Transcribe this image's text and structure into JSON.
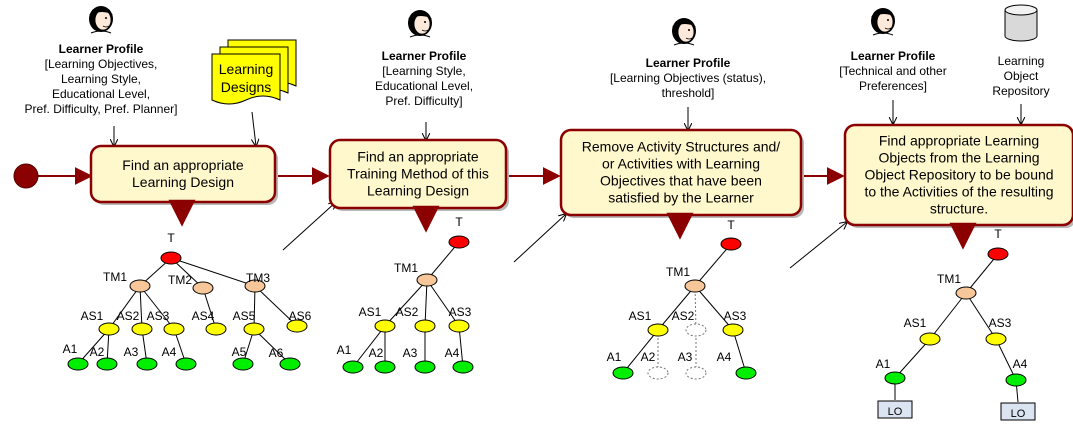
{
  "colors": {
    "step_fill": "#fff8cc",
    "step_stroke": "#8b0000",
    "arrow": "#8b0000",
    "start": "#8b0000",
    "root": "#ff0000",
    "training_method": "#f7c79a",
    "activity_structure": "#ffff00",
    "activity": "#00ee00",
    "removed": "#ffffff",
    "designs_fill": "#ffff00"
  },
  "icons": {
    "learner": "person-head-icon",
    "repository": "database-cylinder-icon",
    "start": "start-node-icon"
  },
  "profiles": [
    {
      "title": "Learner Profile",
      "lines": [
        "[Learning Objectives,",
        "Learning Style,",
        "Educational Level,",
        "Pref. Difficulty, Pref. Planner]"
      ]
    },
    {
      "title": "Learner Profile",
      "lines": [
        "[Learning Style,",
        "Educational Level,",
        "Pref. Difficulty]"
      ]
    },
    {
      "title": "Learner Profile",
      "lines": [
        "[Learning Objectives (status),",
        "threshold]"
      ]
    },
    {
      "title": "Learner Profile",
      "lines": [
        "[Technical and other",
        "Preferences]"
      ]
    }
  ],
  "repository": {
    "lines": [
      "Learning",
      "Object",
      "Repository"
    ]
  },
  "learning_designs": {
    "lines": [
      "Learning",
      "Designs"
    ]
  },
  "steps": [
    {
      "lines": [
        "Find an appropriate",
        "Learning Design"
      ]
    },
    {
      "lines": [
        "Find an appropriate",
        "Training Method of this",
        "Learning Design"
      ]
    },
    {
      "lines": [
        "Remove Activity Structures and/",
        "or Activities with Learning",
        "Objectives that have been",
        "satisfied by the Learner"
      ]
    },
    {
      "lines": [
        "Find appropriate Learning",
        "Objects from the Learning",
        "Object Repository to be bound",
        "to the Activities of the resulting",
        "structure."
      ]
    }
  ],
  "trees": [
    {
      "nodes": [
        {
          "id": "T",
          "kind": "root",
          "label": "T"
        },
        {
          "id": "TM1",
          "kind": "tm",
          "label": "TM1"
        },
        {
          "id": "TM2",
          "kind": "tm",
          "label": "TM2"
        },
        {
          "id": "TM3",
          "kind": "tm",
          "label": "TM3"
        },
        {
          "id": "AS1",
          "kind": "as",
          "label": "AS1"
        },
        {
          "id": "AS2",
          "kind": "as",
          "label": "AS2"
        },
        {
          "id": "AS3",
          "kind": "as",
          "label": "AS3"
        },
        {
          "id": "AS4",
          "kind": "as",
          "label": "AS4"
        },
        {
          "id": "AS5",
          "kind": "as",
          "label": "AS5"
        },
        {
          "id": "AS6",
          "kind": "as",
          "label": "AS6"
        },
        {
          "id": "A1",
          "kind": "a",
          "label": "A1"
        },
        {
          "id": "A2",
          "kind": "a",
          "label": "A2"
        },
        {
          "id": "A3",
          "kind": "a",
          "label": "A3"
        },
        {
          "id": "A4",
          "kind": "a",
          "label": "A4"
        },
        {
          "id": "A5",
          "kind": "a",
          "label": "A5"
        },
        {
          "id": "A6",
          "kind": "a",
          "label": "A6"
        }
      ],
      "edges": [
        [
          "T",
          "TM1"
        ],
        [
          "T",
          "TM2"
        ],
        [
          "T",
          "TM3"
        ],
        [
          "TM1",
          "AS1"
        ],
        [
          "TM1",
          "AS2"
        ],
        [
          "TM1",
          "AS3"
        ],
        [
          "TM2",
          "AS4"
        ],
        [
          "TM3",
          "AS5"
        ],
        [
          "TM3",
          "AS6"
        ],
        [
          "AS1",
          "A1"
        ],
        [
          "AS1",
          "A2"
        ],
        [
          "AS2",
          "A3"
        ],
        [
          "AS3",
          "A4"
        ],
        [
          "AS5",
          "A5"
        ],
        [
          "AS5",
          "A6"
        ]
      ]
    },
    {
      "nodes": [
        {
          "id": "T",
          "kind": "root",
          "label": "T"
        },
        {
          "id": "TM1",
          "kind": "tm",
          "label": "TM1"
        },
        {
          "id": "AS1",
          "kind": "as",
          "label": "AS1"
        },
        {
          "id": "AS2",
          "kind": "as",
          "label": "AS2"
        },
        {
          "id": "AS3",
          "kind": "as",
          "label": "AS3"
        },
        {
          "id": "A1",
          "kind": "a",
          "label": "A1"
        },
        {
          "id": "A2",
          "kind": "a",
          "label": "A2"
        },
        {
          "id": "A3",
          "kind": "a",
          "label": "A3"
        },
        {
          "id": "A4",
          "kind": "a",
          "label": "A4"
        }
      ],
      "edges": [
        [
          "T",
          "TM1"
        ],
        [
          "TM1",
          "AS1"
        ],
        [
          "TM1",
          "AS2"
        ],
        [
          "TM1",
          "AS3"
        ],
        [
          "AS1",
          "A1"
        ],
        [
          "AS1",
          "A2"
        ],
        [
          "AS2",
          "A3"
        ],
        [
          "AS3",
          "A4"
        ]
      ]
    },
    {
      "nodes": [
        {
          "id": "T",
          "kind": "root",
          "label": "T"
        },
        {
          "id": "TM1",
          "kind": "tm",
          "label": "TM1"
        },
        {
          "id": "AS1",
          "kind": "as",
          "label": "AS1"
        },
        {
          "id": "AS2",
          "kind": "removed",
          "label": "AS2"
        },
        {
          "id": "AS3",
          "kind": "as",
          "label": "AS3"
        },
        {
          "id": "A1",
          "kind": "a",
          "label": "A1"
        },
        {
          "id": "A2",
          "kind": "removed",
          "label": "A2"
        },
        {
          "id": "A3",
          "kind": "removed",
          "label": "A3"
        },
        {
          "id": "A4",
          "kind": "a",
          "label": "A4"
        }
      ],
      "edges": [
        [
          "T",
          "TM1"
        ],
        [
          "TM1",
          "AS1"
        ],
        [
          "TM1",
          "AS2",
          "removed"
        ],
        [
          "TM1",
          "AS3"
        ],
        [
          "AS1",
          "A1"
        ],
        [
          "AS1",
          "A2",
          "removed"
        ],
        [
          "AS2",
          "A3",
          "removed"
        ],
        [
          "AS3",
          "A4"
        ]
      ]
    },
    {
      "nodes": [
        {
          "id": "T",
          "kind": "root",
          "label": "T"
        },
        {
          "id": "TM1",
          "kind": "tm",
          "label": "TM1"
        },
        {
          "id": "AS1",
          "kind": "as",
          "label": "AS1"
        },
        {
          "id": "AS3",
          "kind": "as",
          "label": "AS3"
        },
        {
          "id": "A1",
          "kind": "a",
          "label": "A1"
        },
        {
          "id": "A4",
          "kind": "a",
          "label": "A4"
        },
        {
          "id": "LO1",
          "kind": "lo",
          "label": "LO"
        },
        {
          "id": "LO2",
          "kind": "lo",
          "label": "LO"
        }
      ],
      "edges": [
        [
          "T",
          "TM1"
        ],
        [
          "TM1",
          "AS1"
        ],
        [
          "TM1",
          "AS3"
        ],
        [
          "AS1",
          "A1"
        ],
        [
          "AS3",
          "A4"
        ],
        [
          "A1",
          "LO1"
        ],
        [
          "A4",
          "LO2"
        ]
      ]
    }
  ]
}
